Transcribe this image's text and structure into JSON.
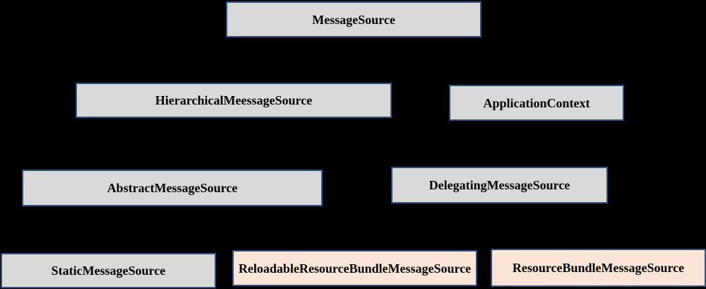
{
  "diagram": {
    "description": "MessageSource class hierarchy diagram"
  },
  "colors": {
    "background": "#000000",
    "box_fill_gray": "#d9d9d9",
    "box_fill_peach": "#fbe5d6",
    "box_border": "#31507d",
    "text": "#000000"
  },
  "nodes": {
    "message_source": {
      "label": "MessageSource"
    },
    "hierarchical_message_source": {
      "label": "HierarchicalMeessageSource"
    },
    "application_context": {
      "label": "ApplicationContext"
    },
    "abstract_message_source": {
      "label": "AbstractMessageSource"
    },
    "delegating_message_source": {
      "label": "DelegatingMessageSource"
    },
    "static_message_source": {
      "label": "StaticMessageSource"
    },
    "reloadable_resource_bundle_message_source": {
      "label": "ReloadableResourceBundleMessageSource"
    },
    "resource_bundle_message_source": {
      "label": "ResourceBundleMessageSource"
    }
  }
}
